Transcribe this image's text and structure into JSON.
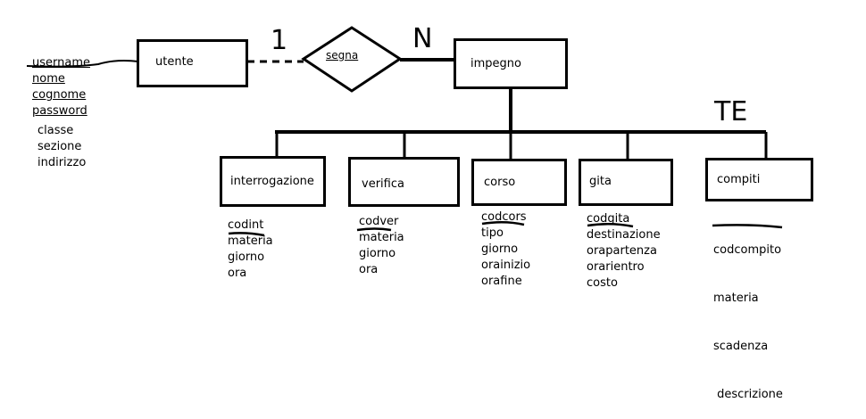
{
  "main_entity": {
    "name": "utente",
    "attributes": [
      {
        "text": "username",
        "key": true
      },
      {
        "text": "nome",
        "key": false
      },
      {
        "text": "cognome",
        "key": false
      },
      {
        "text": "password",
        "key": false
      }
    ],
    "extra_attributes": [
      "classe",
      "sezione",
      "indirizzo"
    ]
  },
  "relationship": {
    "name": "segna",
    "cardinality_left": "1",
    "cardinality_right": "N"
  },
  "parent_entity": {
    "name": "impegno",
    "hierarchy_label": "TE"
  },
  "children": [
    {
      "name": "interrogazione",
      "key": "codint",
      "attributes": [
        "materia",
        "giorno",
        "ora"
      ]
    },
    {
      "name": "verifica",
      "key": "codver",
      "attributes": [
        "materia",
        "giorno",
        "ora"
      ]
    },
    {
      "name": "corso",
      "key": "codcors",
      "attributes": [
        "tipo",
        "giorno",
        "orainizio",
        "orafine"
      ]
    },
    {
      "name": "gita",
      "key": "codgita",
      "attributes": [
        "destinazione",
        "orapartenza",
        "orarientro",
        "costo"
      ]
    },
    {
      "name": "compiti",
      "key": "codcompito",
      "attributes": [
        "materia",
        "scadenza",
        " descrizione"
      ]
    }
  ]
}
